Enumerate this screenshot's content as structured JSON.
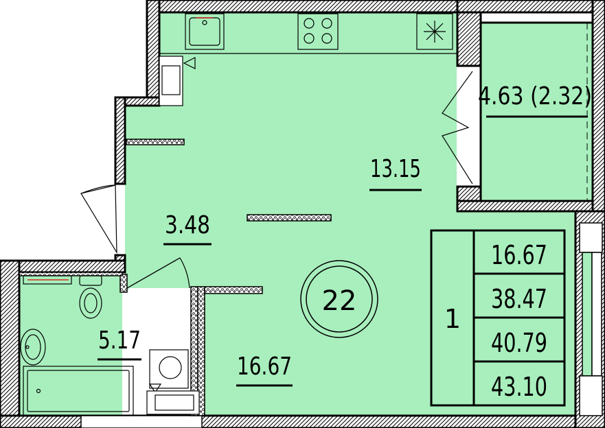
{
  "colors": {
    "floor": "#a8efbd",
    "wall": "#ffffff",
    "hatch": "#000000",
    "line": "#000000"
  },
  "areas": {
    "main_room": "13.15",
    "hall": "3.48",
    "bathroom": "5.17",
    "living_total": "16.67",
    "balcony": "4.63 (2.32)"
  },
  "unit_number": "22",
  "summary": {
    "rooms": "1",
    "values": [
      "16.67",
      "38.47",
      "40.79",
      "43.10"
    ]
  },
  "icons": [
    "sink-icon",
    "stove-icon",
    "fridge-icon",
    "radiator-icon",
    "toilet-icon",
    "washbasin-icon",
    "bathtub-icon",
    "washing-machine-icon",
    "towel-dryer-icon"
  ]
}
